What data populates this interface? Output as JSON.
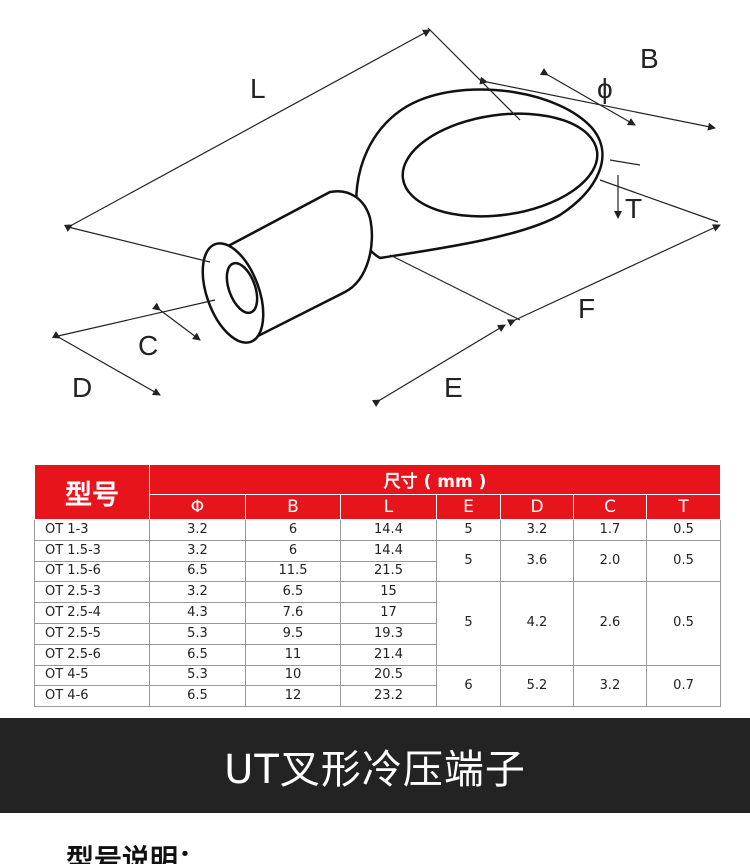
{
  "drawing": {
    "labels": {
      "L": "L",
      "B": "B",
      "phi": "ϕ",
      "T": "T",
      "C": "C",
      "D": "D",
      "E": "E",
      "F": "F"
    }
  },
  "table": {
    "model_header": "型号",
    "size_header": "尺寸 ( mm )",
    "columns": [
      "Φ",
      "B",
      "L",
      "E",
      "D",
      "C",
      "T"
    ],
    "rows": [
      {
        "model": "OT 1-3",
        "phi": "3.2",
        "b": "6",
        "l": "14.4"
      },
      {
        "model": "OT 1.5-3",
        "phi": "3.2",
        "b": "6",
        "l": "14.4"
      },
      {
        "model": "OT 1.5-6",
        "phi": "6.5",
        "b": "11.5",
        "l": "21.5"
      },
      {
        "model": "OT 2.5-3",
        "phi": "3.2",
        "b": "6.5",
        "l": "15"
      },
      {
        "model": "OT 2.5-4",
        "phi": "4.3",
        "b": "7.6",
        "l": "17"
      },
      {
        "model": "OT 2.5-5",
        "phi": "5.3",
        "b": "9.5",
        "l": "19.3"
      },
      {
        "model": "OT 2.5-6",
        "phi": "6.5",
        "b": "11",
        "l": "21.4"
      },
      {
        "model": "OT 4-5",
        "phi": "5.3",
        "b": "10",
        "l": "20.5"
      },
      {
        "model": "OT 4-6",
        "phi": "6.5",
        "b": "12",
        "l": "23.2"
      }
    ],
    "groups": [
      {
        "e": "5",
        "d": "3.2",
        "c": "1.7",
        "t": "0.5"
      },
      {
        "e": "5",
        "d": "3.6",
        "c": "2.0",
        "t": "0.5"
      },
      {
        "e": "5",
        "d": "4.2",
        "c": "2.6",
        "t": "0.5"
      },
      {
        "e": "6",
        "d": "5.2",
        "c": "3.2",
        "t": "0.7"
      }
    ]
  },
  "banner": {
    "title": "UT叉形冷压端子"
  },
  "section": {
    "title": "型号说明："
  },
  "colors": {
    "header_red": "#e8141b",
    "banner_dark": "#232323"
  }
}
